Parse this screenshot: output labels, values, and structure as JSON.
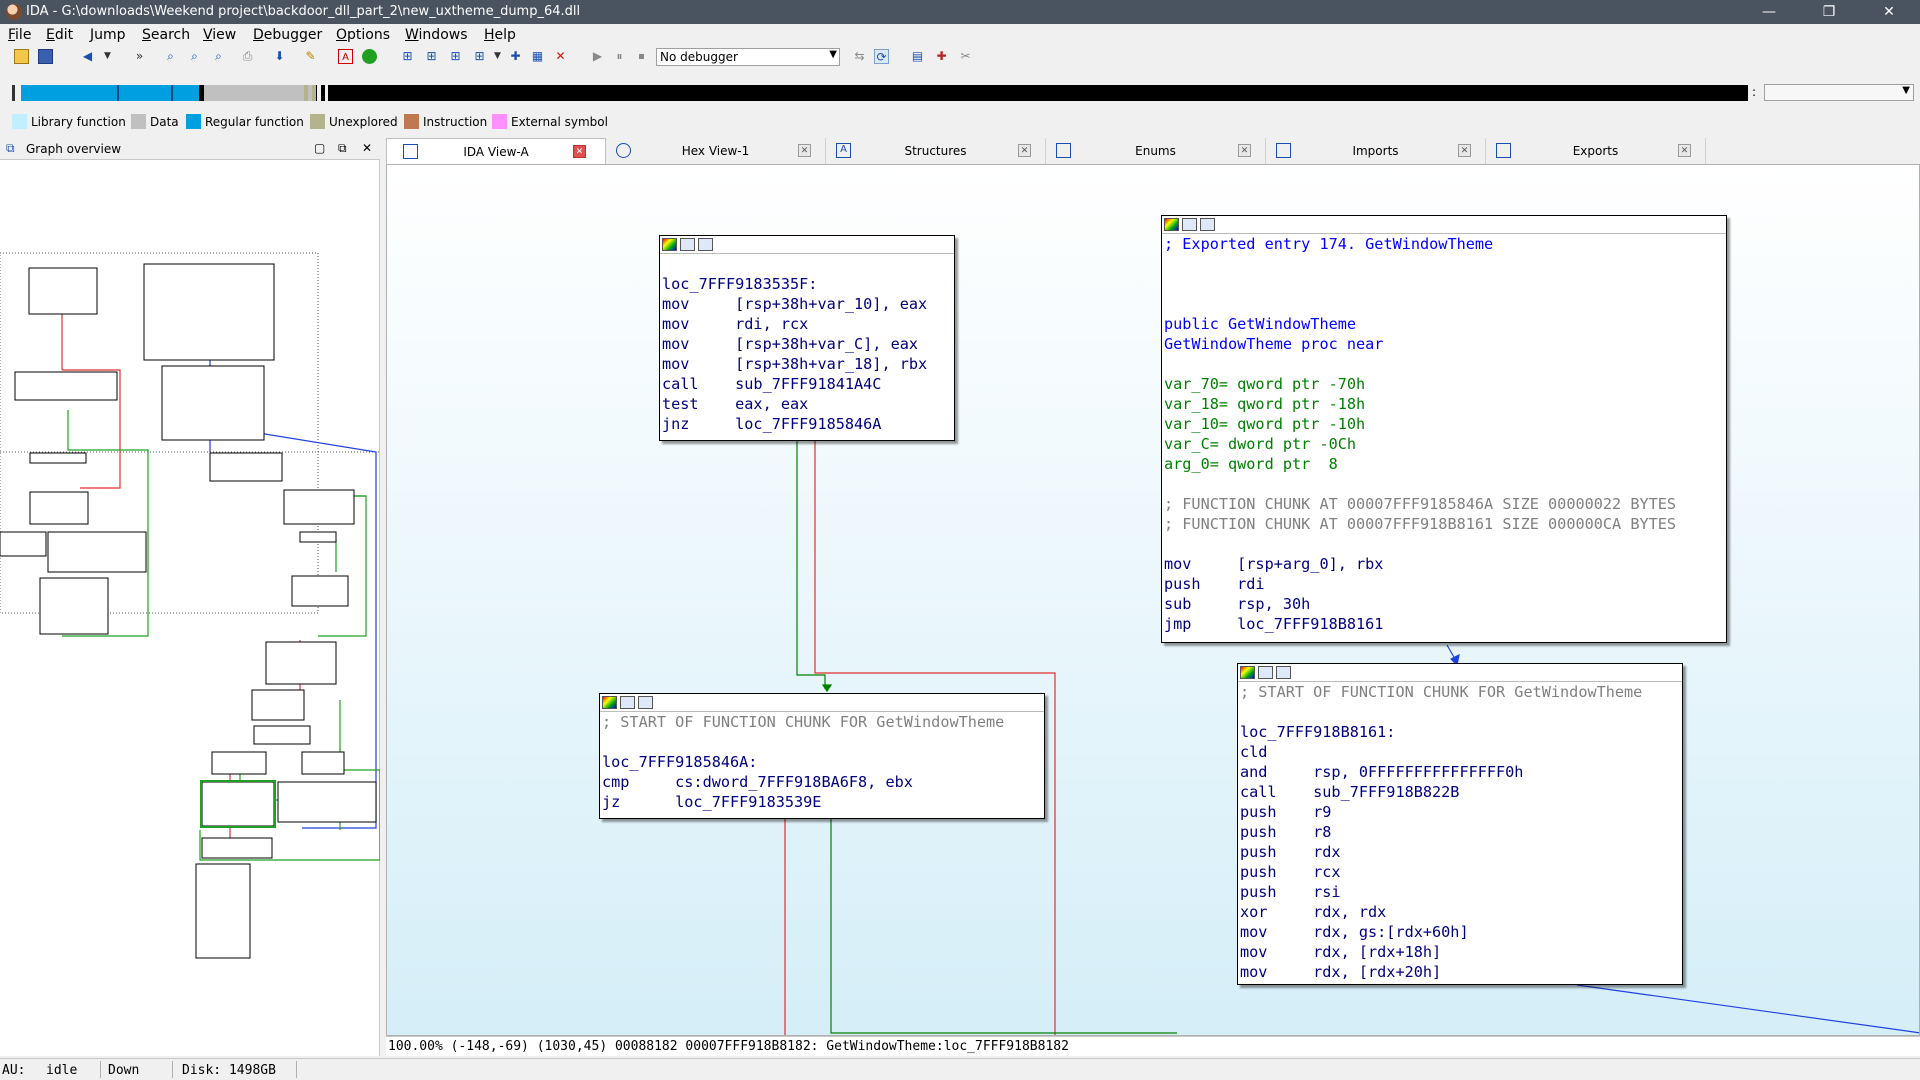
{
  "window": {
    "title": "IDA - G:\\downloads\\Weekend project\\backdoor_dll_part_2\\new_uxtheme_dump_64.dll",
    "minimize": "—",
    "restore": "❐",
    "close": "✕"
  },
  "menu": [
    {
      "first": "F",
      "rest": "ile"
    },
    {
      "first": "E",
      "rest": "dit"
    },
    {
      "first": "J",
      "rest": "ump"
    },
    {
      "first": "S",
      "rest": "earch"
    },
    {
      "first": "V",
      "rest": "iew"
    },
    {
      "first": "D",
      "rest": "ebugger"
    },
    {
      "first": "O",
      "rest": "ptions"
    },
    {
      "first": "W",
      "rest": "indows"
    },
    {
      "first": "H",
      "rest": "elp"
    }
  ],
  "toolbar": {
    "debugger_select": "No debugger"
  },
  "legend": [
    {
      "label": "Library function",
      "color": "#c0f0ff"
    },
    {
      "label": "Data",
      "color": "#c0c0c0"
    },
    {
      "label": "Regular function",
      "color": "#00a0e0"
    },
    {
      "label": "Unexplored",
      "color": "#b4b48c"
    },
    {
      "label": "Instruction",
      "color": "#c07850"
    },
    {
      "label": "External symbol",
      "color": "#ff90ff"
    }
  ],
  "overview": {
    "title": "Graph overview"
  },
  "tabs": [
    {
      "label": "IDA View-A",
      "active": true
    },
    {
      "label": "Hex View-1",
      "active": false
    },
    {
      "label": "Structures",
      "active": false
    },
    {
      "label": "Enums",
      "active": false
    },
    {
      "label": "Imports",
      "active": false
    },
    {
      "label": "Exports",
      "active": false
    }
  ],
  "nodes": {
    "entry": {
      "lines": [
        "; Exported entry 174. GetWindowTheme",
        "",
        "",
        "",
        "public GetWindowTheme",
        "GetWindowTheme proc near",
        "",
        "var_70= qword ptr -70h",
        "var_18= qword ptr -18h",
        "var_10= qword ptr -10h",
        "var_C= dword ptr -0Ch",
        "arg_0= qword ptr  8",
        "",
        "; FUNCTION CHUNK AT 00007FFF9185846A SIZE 00000022 BYTES",
        "; FUNCTION CHUNK AT 00007FFF918B8161 SIZE 000000CA BYTES",
        "",
        "mov     [rsp+arg_0], rbx",
        "push    rdi",
        "sub     rsp, 30h",
        "jmp     loc_7FFF918B8161"
      ]
    },
    "loc535f": {
      "lines": [
        "",
        "loc_7FFF9183535F:",
        "mov     [rsp+38h+var_10], eax",
        "mov     rdi, rcx",
        "mov     [rsp+38h+var_C], eax",
        "mov     [rsp+38h+var_18], rbx",
        "call    sub_7FFF91841A4C",
        "test    eax, eax",
        "jnz     loc_7FFF9185846A"
      ]
    },
    "loc846a": {
      "lines": [
        "; START OF FUNCTION CHUNK FOR GetWindowTheme",
        "",
        "loc_7FFF9185846A:",
        "cmp     cs:dword_7FFF918BA6F8, ebx",
        "jz      loc_7FFF9183539E"
      ]
    },
    "loc8161": {
      "lines": [
        "; START OF FUNCTION CHUNK FOR GetWindowTheme",
        "",
        "loc_7FFF918B8161:",
        "cld",
        "and     rsp, 0FFFFFFFFFFFFFFF0h",
        "call    sub_7FFF918B822B",
        "push    r9",
        "push    r8",
        "push    rdx",
        "push    rcx",
        "push    rsi",
        "xor     rdx, rdx",
        "mov     rdx, gs:[rdx+60h]",
        "mov     rdx, [rdx+18h]",
        "mov     rdx, [rdx+20h]"
      ]
    }
  },
  "graph_status": "100.00% (-148,-69) (1030,45) 00088182 00007FFF918B8182: GetWindowTheme:loc_7FFF918B8182",
  "status": {
    "au_label": "AU:",
    "au_state": "idle",
    "direction": "Down",
    "disk": "Disk: 1498GB"
  }
}
